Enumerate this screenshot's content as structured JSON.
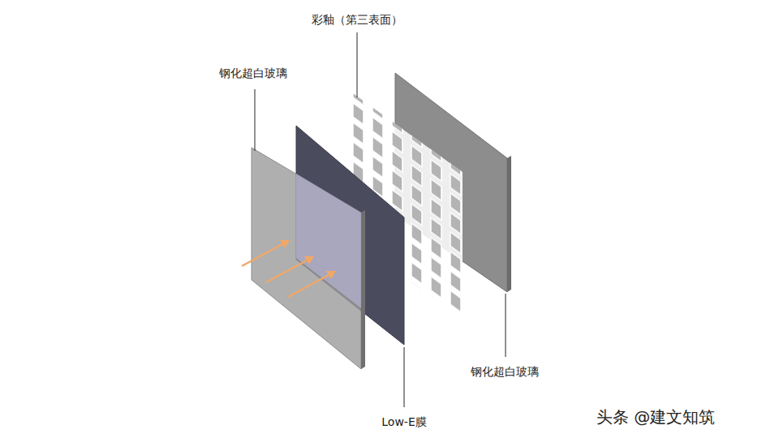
{
  "diagram": {
    "labels": [
      "彩釉（第三表面）",
      "钢化超白玻璃",
      "钢化超白玻璃",
      "Low-E膜",
      "头条 @建文知筑"
    ]
  }
}
